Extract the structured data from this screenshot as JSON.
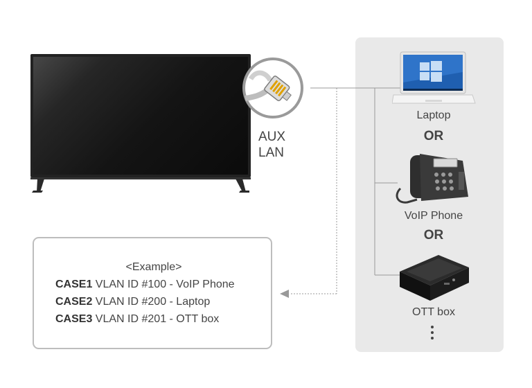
{
  "port": {
    "line1": "AUX",
    "line2": "LAN"
  },
  "devices": {
    "laptop": "Laptop",
    "voip": "VoIP Phone",
    "ott": "OTT box",
    "or1": "OR",
    "or2": "OR"
  },
  "example": {
    "title": "<Example>",
    "cases": [
      {
        "case": "CASE1",
        "text": " VLAN ID #100 - VoIP Phone"
      },
      {
        "case": "CASE2",
        "text": " VLAN ID #200 - Laptop"
      },
      {
        "case": "CASE3",
        "text": " VLAN ID #201 - OTT box"
      }
    ]
  },
  "colors": {
    "panel": "#e9e9e9",
    "connector": "#999999",
    "text": "#444444"
  }
}
